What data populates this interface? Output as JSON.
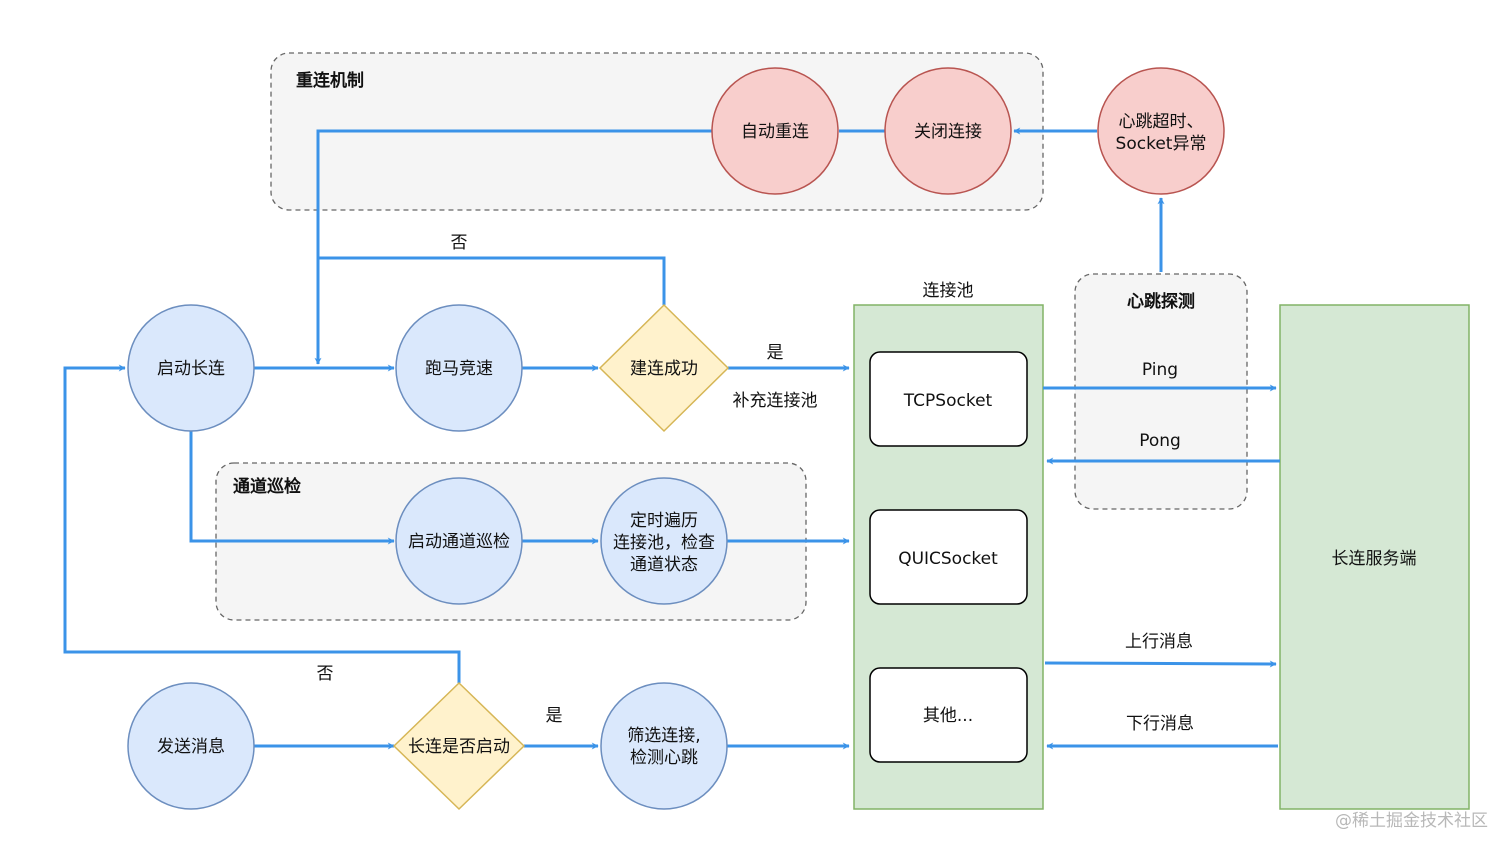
{
  "groups": {
    "reconnect": "重连机制",
    "patrol": "通道巡检",
    "heartbeat": "心跳探测",
    "pool": "连接池"
  },
  "nodes": {
    "auto_reconnect": "自动重连",
    "close_conn": "关闭连接",
    "hb_timeout_l1": "心跳超时、",
    "hb_timeout_l2": "Socket异常",
    "start_long": "启动长连",
    "race": "跑马竞速",
    "connect_ok": "建连成功",
    "start_patrol": "启动通道巡检",
    "timed_l1": "定时遍历",
    "timed_l2": "连接池，检查",
    "timed_l3": "通道状态",
    "send_msg": "发送消息",
    "is_started": "长连是否启动",
    "filter_l1": "筛选连接,",
    "filter_l2": "检测心跳",
    "tcp": "TCPSocket",
    "quic": "QUICSocket",
    "other": "其他...",
    "server": "长连服务端"
  },
  "edge_labels": {
    "no_top": "否",
    "yes_top": "是",
    "fill_pool": "补充连接池",
    "no_bottom": "否",
    "yes_bottom": "是",
    "ping": "Ping",
    "pong": "Pong",
    "upstream": "上行消息",
    "downstream": "下行消息"
  },
  "watermark": "@稀土掘金技术社区",
  "colors": {
    "arrow": "#3b93e8",
    "blue_fill": "#dae8fc",
    "blue_stroke": "#6c8ebf",
    "red_fill": "#f8cecc",
    "red_stroke": "#b85450",
    "yellow_fill": "#fff2cc",
    "yellow_stroke": "#d6b656",
    "green_fill": "#d5e8d4",
    "green_stroke": "#82b366",
    "group_fill": "#f5f5f5",
    "group_stroke": "#666666"
  }
}
